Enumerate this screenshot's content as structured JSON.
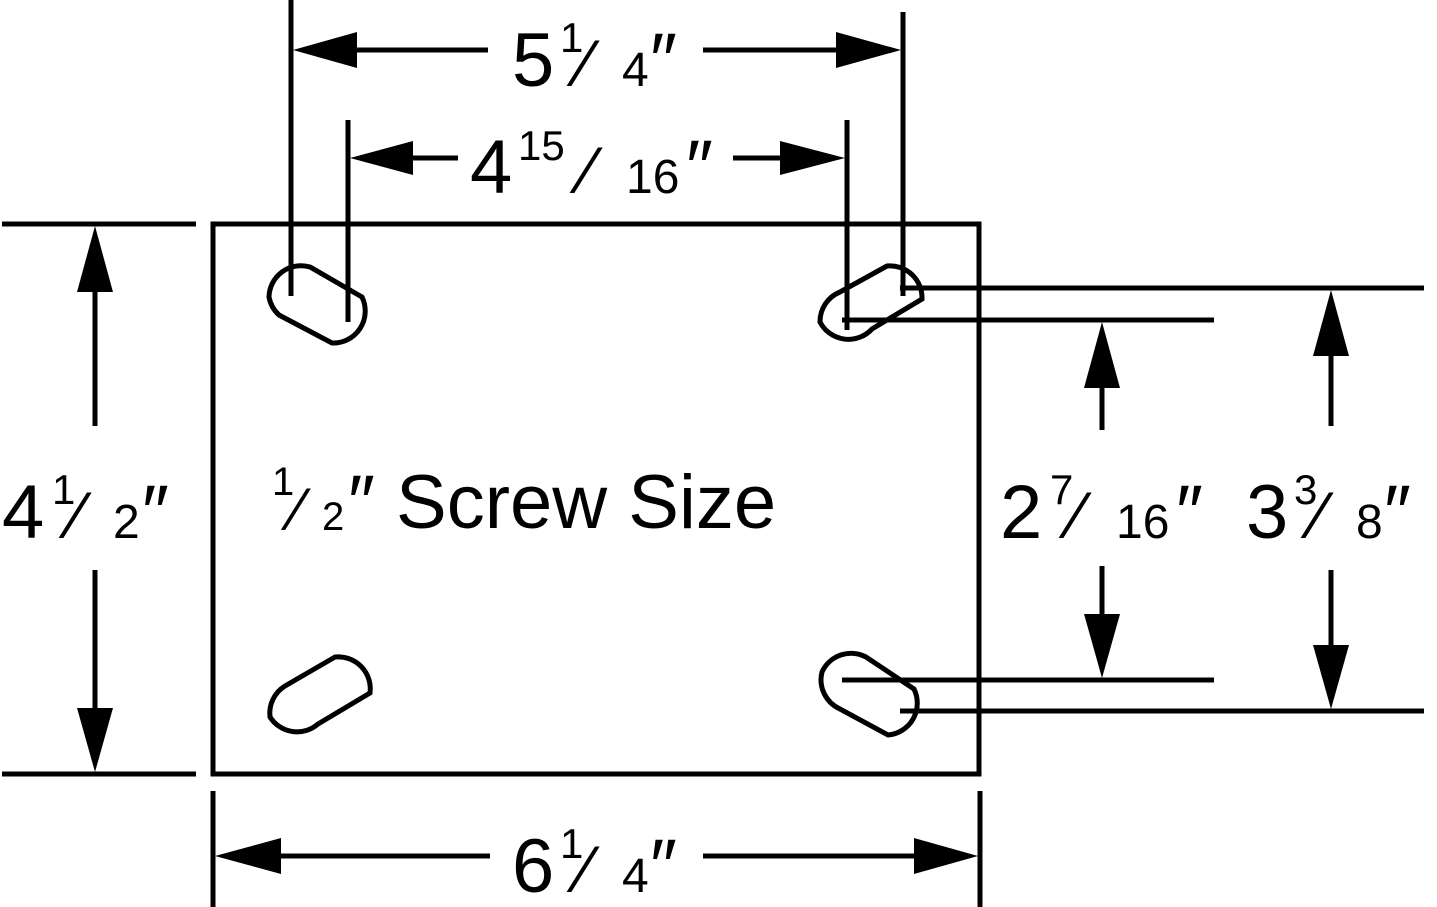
{
  "colors": {
    "stroke": "#000000",
    "background": "#ffffff"
  },
  "label": {
    "screw_num": "1",
    "screw_den": "2",
    "screw_text": "″ Screw Size"
  },
  "dimensions": {
    "top_outer": {
      "whole": "5",
      "num": "1",
      "den": "4"
    },
    "top_inner": {
      "whole": "4",
      "num": "15",
      "den": "16"
    },
    "left_height": {
      "whole": "4",
      "num": "1",
      "den": "2"
    },
    "right_inner": {
      "whole": "2",
      "num": "7",
      "den": "16"
    },
    "right_outer": {
      "whole": "3",
      "num": "3",
      "den": "8"
    },
    "bottom_width": {
      "whole": "6",
      "num": "1",
      "den": "4"
    }
  },
  "symbols": {
    "inch": "″",
    "slash": "⁄"
  }
}
